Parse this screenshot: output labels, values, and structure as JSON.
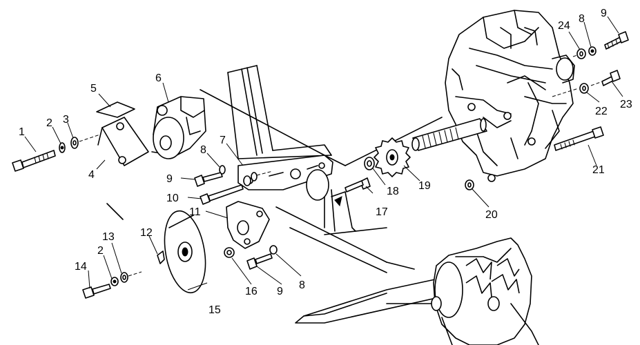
{
  "callouts": [
    {
      "id": "c1",
      "label": "1"
    },
    {
      "id": "c2a",
      "label": "2"
    },
    {
      "id": "c3",
      "label": "3"
    },
    {
      "id": "c4",
      "label": "4"
    },
    {
      "id": "c5",
      "label": "5"
    },
    {
      "id": "c6",
      "label": "6"
    },
    {
      "id": "c7",
      "label": "7"
    },
    {
      "id": "c8a",
      "label": "8"
    },
    {
      "id": "c9a",
      "label": "9"
    },
    {
      "id": "c10",
      "label": "10"
    },
    {
      "id": "c11",
      "label": "11"
    },
    {
      "id": "c12",
      "label": "12"
    },
    {
      "id": "c13",
      "label": "13"
    },
    {
      "id": "c2b",
      "label": "2"
    },
    {
      "id": "c14",
      "label": "14"
    },
    {
      "id": "c15",
      "label": "15"
    },
    {
      "id": "c16",
      "label": "16"
    },
    {
      "id": "c9b",
      "label": "9"
    },
    {
      "id": "c8b",
      "label": "8"
    },
    {
      "id": "c17",
      "label": "17"
    },
    {
      "id": "c18",
      "label": "18"
    },
    {
      "id": "c19",
      "label": "19"
    },
    {
      "id": "c20",
      "label": "20"
    },
    {
      "id": "c21",
      "label": "21"
    },
    {
      "id": "c22",
      "label": "22"
    },
    {
      "id": "c23",
      "label": "23"
    },
    {
      "id": "c24",
      "label": "24"
    },
    {
      "id": "c8c",
      "label": "8"
    },
    {
      "id": "c9c",
      "label": "9"
    }
  ]
}
